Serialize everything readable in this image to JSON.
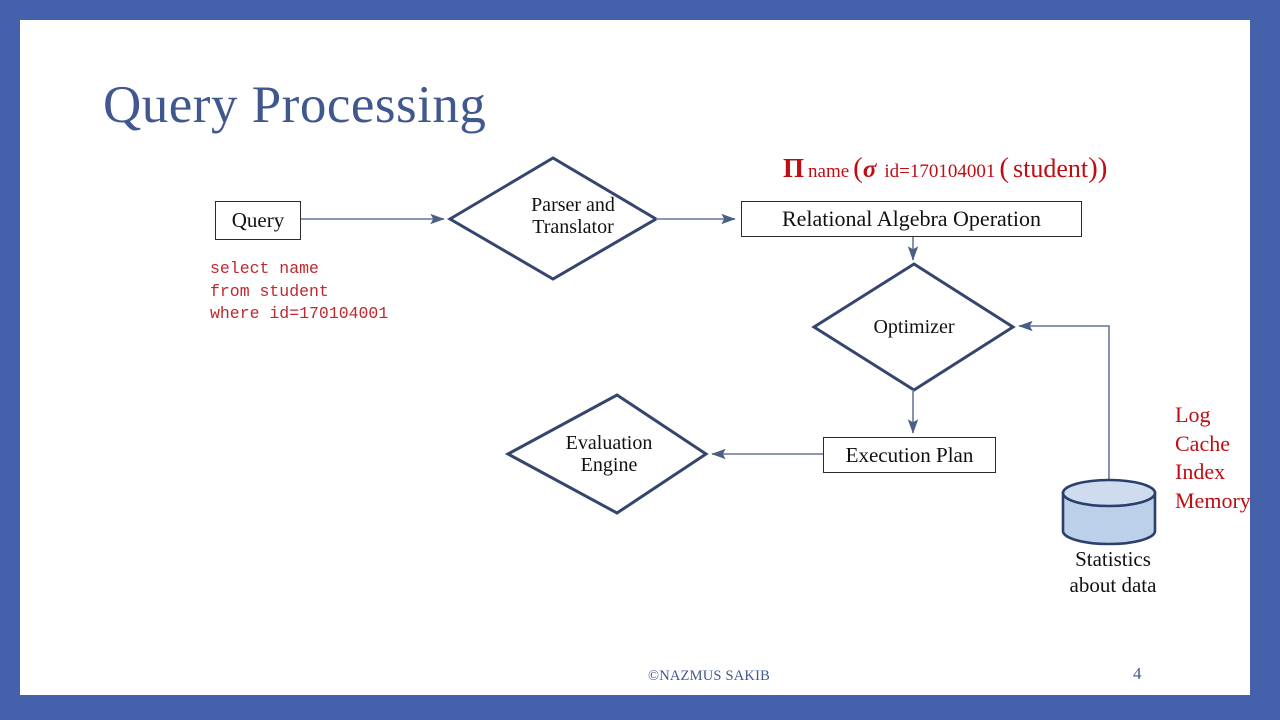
{
  "slide": {
    "title": "Query Processing",
    "border_color": "#4661ab",
    "background": "#ffffff",
    "accent_color": "#41588f",
    "highlight_color": "#c00d14",
    "shape_stroke": "#35456e",
    "connector_stroke": "#7a88a6"
  },
  "formula": {
    "projection_symbol": "Π",
    "projection_attr": "name",
    "open_paren_1": "(",
    "selection_symbol": "σ",
    "selection_predicate": "id=170104001",
    "open_paren_2": "(",
    "relation": "student",
    "close_parens": "))",
    "full_text": "Π name (σ id=170104001 ( student))"
  },
  "sql": {
    "text": "select name\nfrom student\nwhere id=170104001",
    "lines": [
      "select name",
      "from student",
      "where id=170104001"
    ]
  },
  "nodes": {
    "query": "Query",
    "parser": "Parser and\nTranslator",
    "relational_algebra": "Relational Algebra  Operation",
    "optimizer": "Optimizer",
    "execution_plan": "Execution Plan",
    "evaluation_engine": "Evaluation\nEngine",
    "statistics": "Statistics\nabout data"
  },
  "resources": {
    "text": "Log\nCache\nIndex\nMemory",
    "items": [
      "Log",
      "Cache",
      "Index",
      "Memory"
    ]
  },
  "footer": {
    "credit": "©NAZMUS SAKIB",
    "page_number": "4"
  }
}
